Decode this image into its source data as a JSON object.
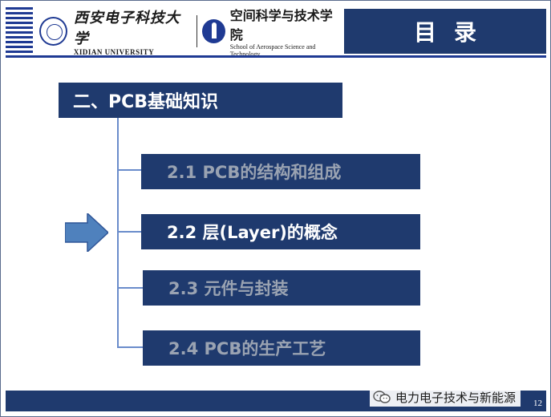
{
  "header": {
    "university_cn": "西安电子科技大学",
    "university_en": "XIDIAN UNIVERSITY",
    "school_cn": "空间科学与技术学院",
    "school_en": "School of Aerospace Science and Technology",
    "title": "目录"
  },
  "section": {
    "title": "二、PCB基础知识"
  },
  "items": [
    {
      "label": "2.1 PCB的结构和组成",
      "active": false
    },
    {
      "label": "2.2 层(Layer)的概念",
      "active": true
    },
    {
      "label": "2.3 元件与封装",
      "active": false
    },
    {
      "label": "2.4 PCB的生产工艺",
      "active": false
    }
  ],
  "footer": {
    "brand": "电力电子技术与新能源",
    "page_number": "12"
  },
  "colors": {
    "navy": "#1f3a6e",
    "royal_blue": "#1f3a93",
    "connector": "#6a8ccb",
    "inactive_text": "#9aa3b2",
    "arrow_fill": "#4f81bd"
  },
  "icons": {
    "arrow": "right-arrow-icon",
    "wechat": "wechat-icon",
    "seal": "university-seal-icon",
    "rocket": "school-rocket-icon"
  }
}
